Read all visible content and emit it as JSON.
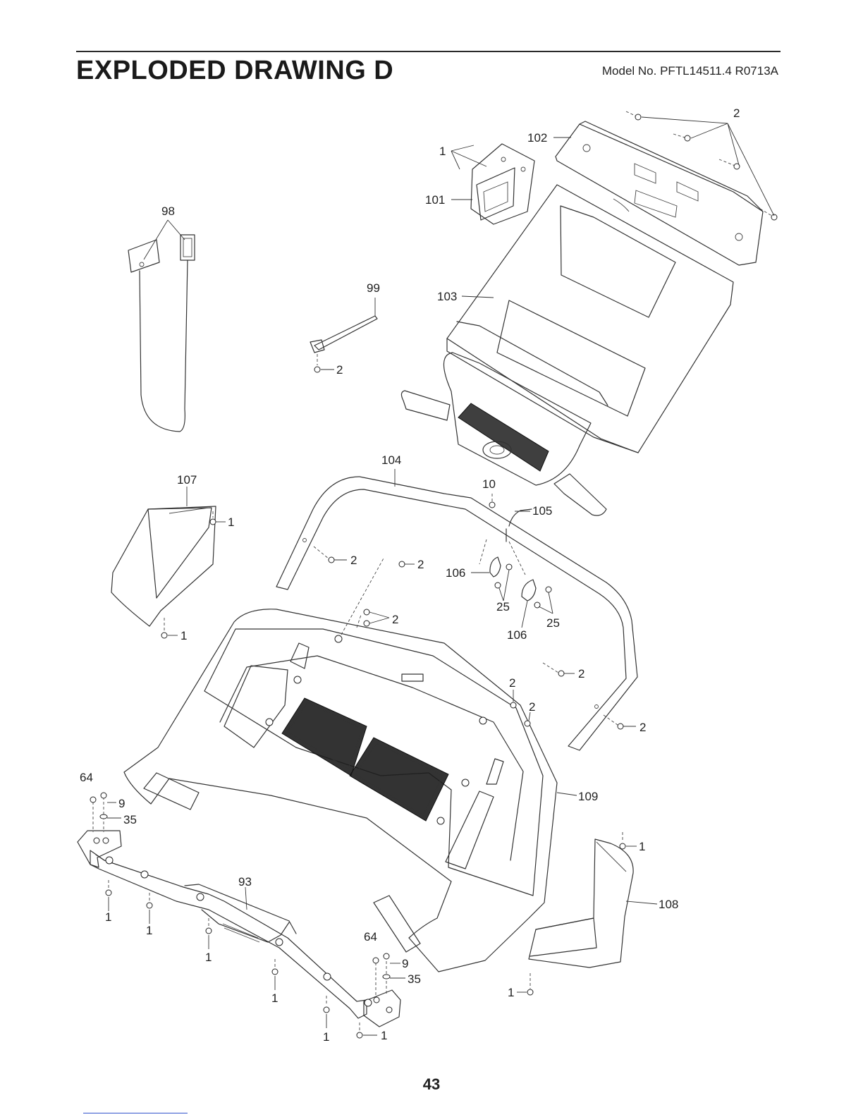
{
  "header": {
    "title": "EXPLODED DRAWING D",
    "model": "Model No. PFTL14511.4 R0713A"
  },
  "page_number": "43",
  "callouts": {
    "c98": "98",
    "c99": "99",
    "c101": "101",
    "c102": "102",
    "c103": "103",
    "c104": "104",
    "c105": "105",
    "c106a": "106",
    "c106b": "106",
    "c107": "107",
    "c108": "108",
    "c109": "109",
    "c93": "93",
    "c10": "10",
    "c25a": "25",
    "c25b": "25",
    "c64a": "64",
    "c64b": "64",
    "c9a": "9",
    "c9b": "9",
    "c35a": "35",
    "c35b": "35",
    "c1_console": "1",
    "c1_107a": "1",
    "c1_107b": "1",
    "c1_108a": "1",
    "c1_108b": "1",
    "c1_93a": "1",
    "c1_93b": "1",
    "c1_93c": "1",
    "c1_93d": "1",
    "c1_93e": "1",
    "c1_93f": "1",
    "c2_top": "2",
    "c2_99": "2",
    "c2_104a": "2",
    "c2_104b": "2",
    "c2_mid": "2",
    "c2_r1": "2",
    "c2_r2": "2",
    "c2_r3": "2",
    "c2_r4": "2"
  }
}
